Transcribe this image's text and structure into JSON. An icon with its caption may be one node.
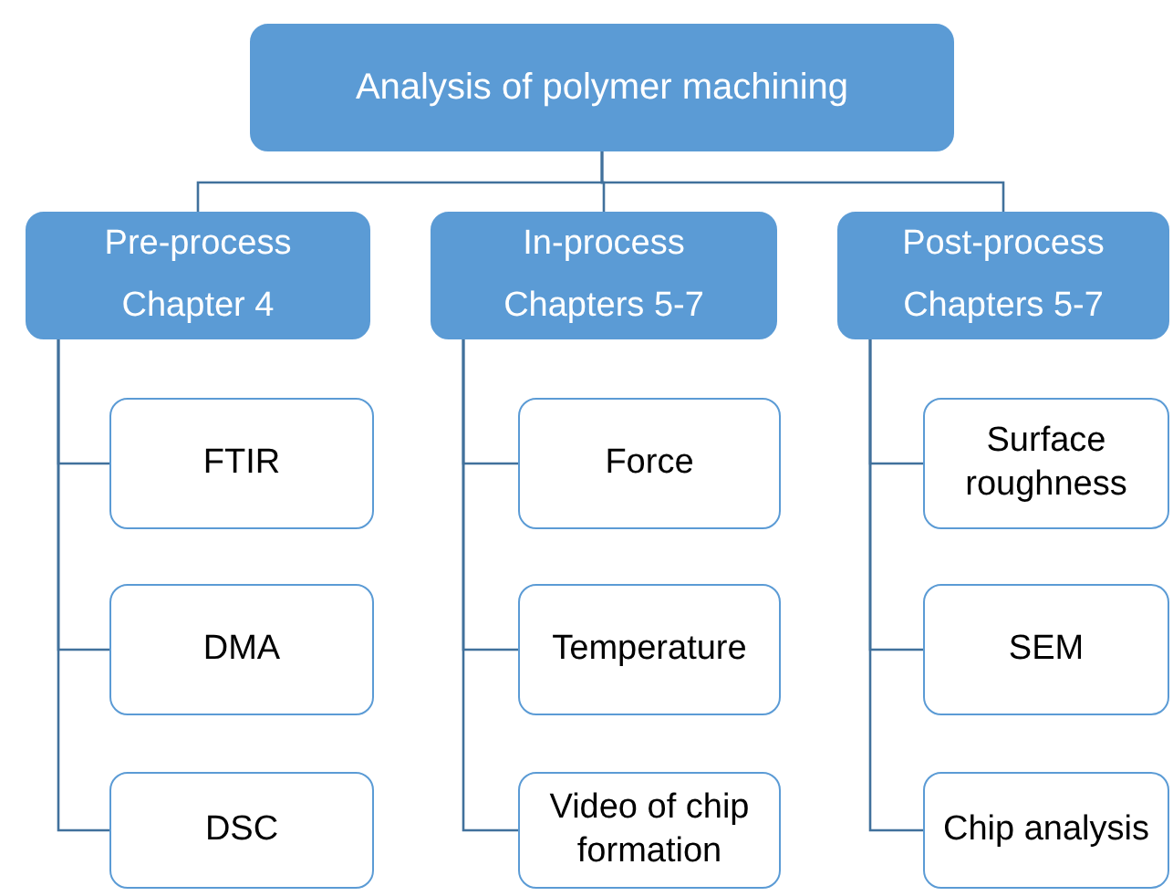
{
  "diagram": {
    "nodes": [
      {
        "text": [
          "Analysis of polymer machining"
        ]
      },
      {
        "text": [
          "Pre-process",
          "Chapter 4"
        ]
      },
      {
        "text": [
          "In-process",
          "Chapters 5-7"
        ]
      },
      {
        "text": [
          "Post-process",
          "Chapters 5-7"
        ]
      },
      {
        "text": [
          "FTIR"
        ]
      },
      {
        "text": [
          "DMA"
        ]
      },
      {
        "text": [
          "DSC"
        ]
      },
      {
        "text": [
          "Force"
        ]
      },
      {
        "text": [
          "Temperature"
        ]
      },
      {
        "text": [
          "Video of chip formation"
        ]
      },
      {
        "text": [
          "Surface roughness"
        ]
      },
      {
        "text": [
          "SEM"
        ]
      },
      {
        "text": [
          "Chip analysis"
        ]
      }
    ],
    "edges": [
      {
        "from": 0,
        "to": 1,
        "arrow": "none"
      },
      {
        "from": 0,
        "to": 2,
        "arrow": "none"
      },
      {
        "from": 0,
        "to": 3,
        "arrow": "none"
      },
      {
        "from": 1,
        "to": 4,
        "arrow": "none"
      },
      {
        "from": 1,
        "to": 5,
        "arrow": "none"
      },
      {
        "from": 1,
        "to": 6,
        "arrow": "none"
      },
      {
        "from": 2,
        "to": 7,
        "arrow": "none"
      },
      {
        "from": 2,
        "to": 8,
        "arrow": "none"
      },
      {
        "from": 2,
        "to": 9,
        "arrow": "none"
      },
      {
        "from": 3,
        "to": 10,
        "arrow": "none"
      },
      {
        "from": 3,
        "to": 11,
        "arrow": "none"
      },
      {
        "from": 3,
        "to": 12,
        "arrow": "none"
      }
    ]
  }
}
